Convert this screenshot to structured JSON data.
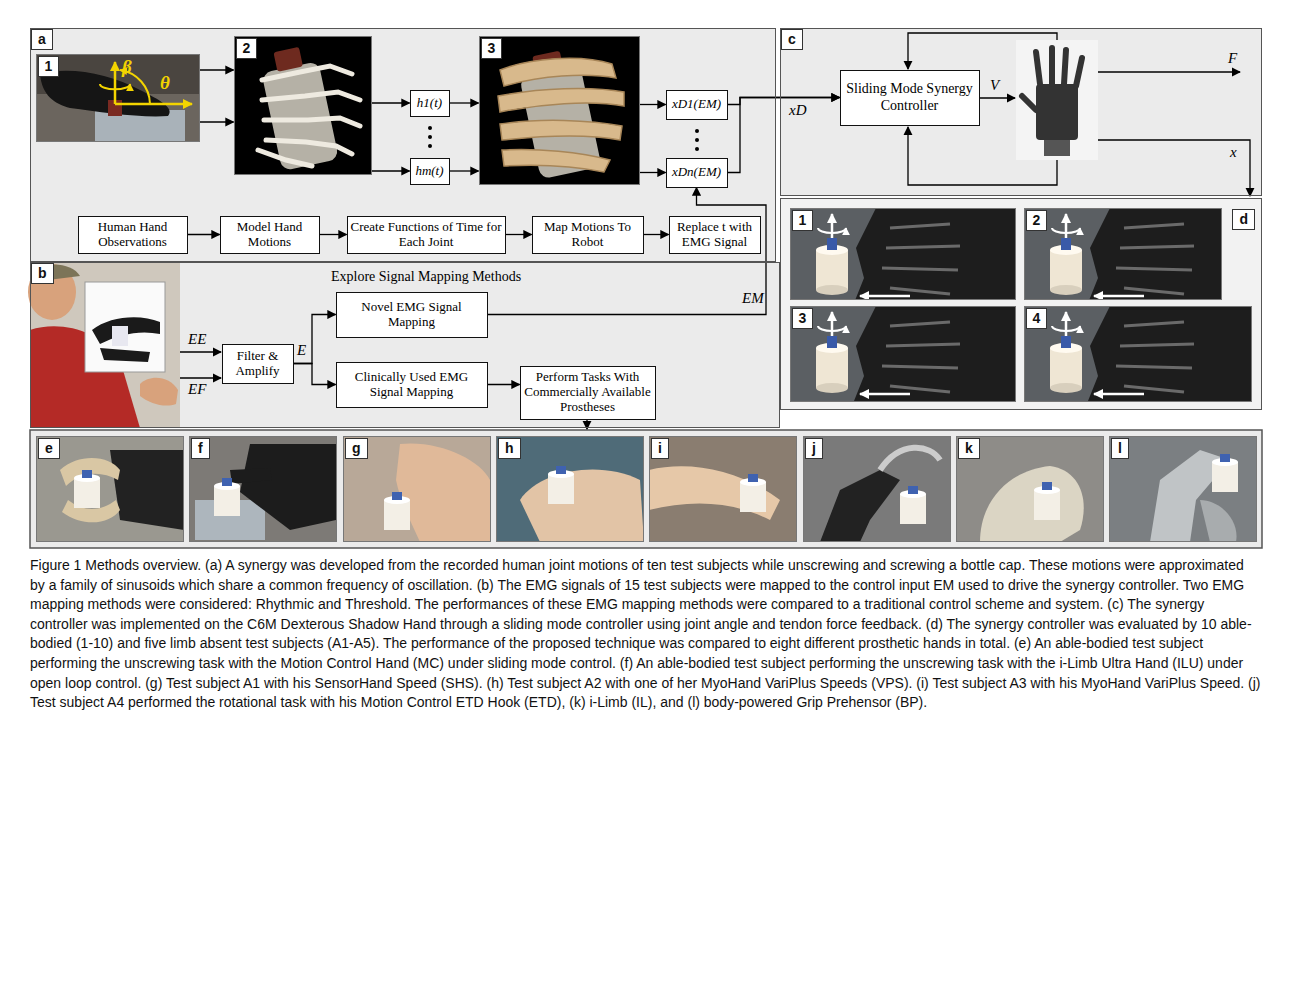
{
  "diagram": {
    "caption": "Figure 1 Methods overview. (a) A synergy was developed from the recorded human joint motions of ten test subjects while unscrewing and screwing a bottle cap. These motions were approximated by a family of sinusoids which share a common frequency of oscillation. (b) The EMG signals of 15 test subjects were mapped to the control input EM used to drive the synergy controller. Two EMG mapping methods were considered: Rhythmic and Threshold. The performances of these EMG mapping methods were compared to a traditional control scheme and system. (c) The synergy controller was implemented on the C6M Dexterous Shadow Hand through a sliding mode controller using joint angle and tendon force feedback. (d) The synergy controller was evaluated by 10 able-bodied (1-10) and five limb absent test subjects (A1-A5). The performance of the proposed technique was compared to eight different prosthetic hands in total. (e) An able-bodied test subject performing the unscrewing task with the Motion Control Hand (MC) under sliding mode control. (f) An able-bodied test subject performing the unscrewing task with the i-Limb Ultra Hand (ILU) under open loop control. (g) Test subject A1 with his SensorHand Speed (SHS). (h) Test subject A2 with one of her MyoHand VariPlus Speeds (VPS). (i) Test subject A3 with his MyoHand VariPlus Speed. (j) Test subject A4 performed the rotational task with his Motion Control ETD Hook (ETD), (k) i-Limb (IL), and (l) body-powered Grip Prehensor (BP).",
    "nodes": [
      {
        "text": [
          "a"
        ]
      },
      {
        "text": [
          "1"
        ],
        "in": 0
      },
      {
        "text": [
          "2"
        ],
        "in": 0
      },
      {
        "text": [
          "h1(t)"
        ],
        "in": 0
      },
      {
        "text": [
          "hm(t)"
        ],
        "in": 0
      },
      {
        "text": [
          "3"
        ],
        "in": 0
      },
      {
        "text": [
          "xD1(EM)"
        ],
        "in": 0
      },
      {
        "text": [
          "xDn(EM)"
        ],
        "in": 0
      },
      {
        "text": [
          "Human Hand Observations"
        ],
        "in": 0
      },
      {
        "text": [
          "Model Hand Motions"
        ],
        "in": 0
      },
      {
        "text": [
          "Create Functions of Time for Each Joint"
        ],
        "in": 0
      },
      {
        "text": [
          "Map Motions To Robot"
        ],
        "in": 0
      },
      {
        "text": [
          "Replace t with EMG Signal"
        ],
        "in": 0
      },
      {
        "text": [
          "c"
        ]
      },
      {
        "text": [
          "Sliding Mode Synergy Controller"
        ],
        "in": 13
      },
      {
        "text": [
          "d"
        ]
      },
      {
        "text": [
          "1"
        ],
        "in": 15
      },
      {
        "text": [
          "2"
        ],
        "in": 15
      },
      {
        "text": [
          "3"
        ],
        "in": 15
      },
      {
        "text": [
          "4"
        ],
        "in": 15
      },
      {
        "text": [
          "b",
          "Explore Signal Mapping Methods"
        ]
      },
      {
        "text": [
          "Filter & Amplify"
        ],
        "in": 20
      },
      {
        "text": [
          "Novel EMG Signal Mapping"
        ],
        "in": 20
      },
      {
        "text": [
          "Clinically Used EMG Signal Mapping"
        ],
        "in": 20
      },
      {
        "text": [
          "Perform Tasks With Commercially Available Prostheses"
        ],
        "in": 20
      },
      {
        "text": [
          "e"
        ]
      },
      {
        "text": [
          "f"
        ]
      },
      {
        "text": [
          "g"
        ]
      },
      {
        "text": [
          "h"
        ]
      },
      {
        "text": [
          "i"
        ]
      },
      {
        "text": [
          "j"
        ]
      },
      {
        "text": [
          "k"
        ]
      },
      {
        "text": [
          "l"
        ]
      }
    ],
    "edges": [
      {
        "from": 1,
        "to": 2,
        "arrow": "to"
      },
      {
        "from": 1,
        "to": 2,
        "arrow": "to"
      },
      {
        "from": 2,
        "to": 3,
        "arrow": "to"
      },
      {
        "from": 2,
        "to": 4,
        "arrow": "to"
      },
      {
        "from": 3,
        "to": 5,
        "arrow": "to"
      },
      {
        "from": 4,
        "to": 5,
        "arrow": "to"
      },
      {
        "from": 5,
        "to": 6,
        "arrow": "to"
      },
      {
        "from": 5,
        "to": 7,
        "arrow": "to"
      },
      {
        "from": 6,
        "to": 14,
        "label": "xD",
        "arrow": "to"
      },
      {
        "from": 7,
        "to": 14,
        "arrow": "to"
      },
      {
        "from": 8,
        "to": 9,
        "arrow": "to"
      },
      {
        "from": 9,
        "to": 10,
        "arrow": "to"
      },
      {
        "from": 10,
        "to": 11,
        "arrow": "to"
      },
      {
        "from": 11,
        "to": 12,
        "arrow": "to"
      },
      {
        "from": 21,
        "to": 22,
        "label": "E",
        "arrow": "to"
      },
      {
        "from": 21,
        "to": 23,
        "arrow": "to"
      },
      {
        "from": 22,
        "to": 7,
        "label": "EM",
        "arrow": "to"
      },
      {
        "from": 23,
        "to": 24,
        "arrow": "to"
      }
    ],
    "labels": [
      "β",
      "θ",
      "EE",
      "EF",
      "V",
      "F",
      "x"
    ]
  }
}
